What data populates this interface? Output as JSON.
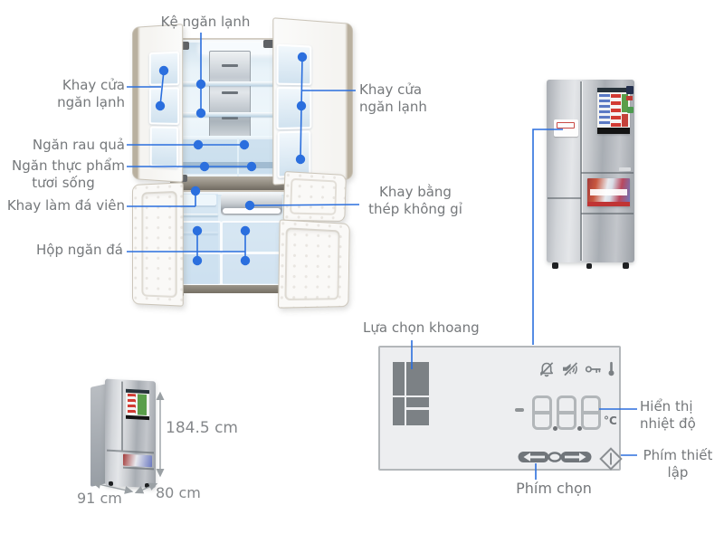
{
  "callouts": {
    "shelf": "Kệ ngăn lạnh",
    "door_tray_left": [
      "Khay cửa",
      "ngăn lạnh"
    ],
    "door_tray_right": [
      "Khay cửa",
      "ngăn lạnh"
    ],
    "vegetable_box": "Ngăn rau quả",
    "fresh_food": [
      "Ngăn thực phẩm",
      "tươi sống"
    ],
    "ice_cube_tray": "Khay làm đá viên",
    "freezer_box": "Hộp ngăn đá",
    "stainless_tray": [
      "Khay bằng",
      "thép không gỉ"
    ]
  },
  "dimensions": {
    "height": "184.5 cm",
    "width": "91 cm",
    "depth": "80 cm"
  },
  "panel": {
    "compartment_select_label": "Lựa chọn khoang",
    "temperature_display_label": [
      "Hiển thị",
      "nhiệt độ"
    ],
    "set_key_label": [
      "Phím thiết",
      "lập"
    ],
    "select_key_label": "Phím chọn",
    "temperature_value": "-888",
    "temperature_unit": "°C",
    "status_icons": [
      "ringer-muted",
      "speaker-muted",
      "key-lock",
      "thermometer"
    ]
  },
  "colors": {
    "annotation_blue": "#2b6fde",
    "label_gray": "#75787b",
    "dimension_gray": "#85888b",
    "panel_element_gray": "#7c8185"
  }
}
